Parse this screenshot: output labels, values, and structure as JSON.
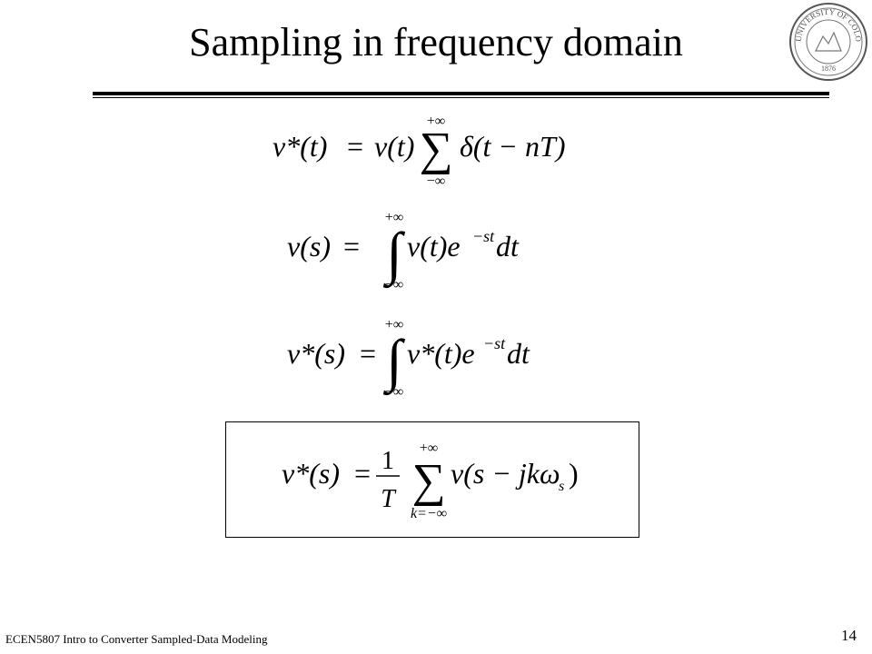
{
  "slide": {
    "title": "Sampling in frequency domain",
    "footer": "ECEN5807 Intro to Converter Sampled-Data Modeling",
    "page_number": "14",
    "seal": {
      "text": "UNIVERSITY OF COLORADO",
      "year": "1876",
      "icon": "university-seal-icon"
    }
  },
  "equations": [
    {
      "lhs": "v*(t)",
      "equals": "=",
      "pre_operator": "v(t)",
      "operator": "∑",
      "upper": "+∞",
      "lower": "−∞",
      "body": "δ(t − nT)"
    },
    {
      "lhs": "v(s)",
      "equals": "=",
      "operator": "∫",
      "upper": "+∞",
      "lower": "−∞",
      "body": "v(t)e",
      "exp": "−st",
      "tail": "dt"
    },
    {
      "lhs": "v*(s)",
      "equals": "=",
      "operator": "∫",
      "upper": "+∞",
      "lower": "−∞",
      "body": "v*(t)e",
      "exp": "−st",
      "tail": "dt"
    },
    {
      "lhs": "v*(s)",
      "equals": "=",
      "frac_num": "1",
      "frac_den": "T",
      "operator": "∑",
      "upper": "+∞",
      "lower": "k=−∞",
      "body": "v(s − jkω",
      "sub": "s",
      "close": ")"
    }
  ]
}
